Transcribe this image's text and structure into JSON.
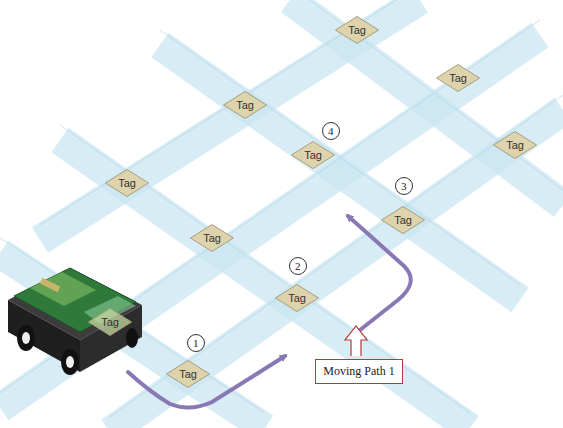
{
  "diagram": {
    "nodes": [
      {
        "text": [
          "Tag"
        ]
      },
      {
        "text": [
          "Tag"
        ]
      },
      {
        "text": [
          "Tag"
        ]
      },
      {
        "text": [
          "Tag"
        ]
      },
      {
        "text": [
          "Tag"
        ]
      },
      {
        "text": [
          "Tag"
        ]
      },
      {
        "text": [
          "Tag"
        ]
      },
      {
        "text": [
          "Tag"
        ]
      },
      {
        "text": [
          "Tag"
        ]
      },
      {
        "text": [
          "Tag"
        ]
      },
      {
        "text": [
          "Tag"
        ]
      },
      {
        "text": [
          "Moving Path 1"
        ]
      }
    ],
    "labels": [
      "1",
      "2",
      "3",
      "4"
    ]
  }
}
